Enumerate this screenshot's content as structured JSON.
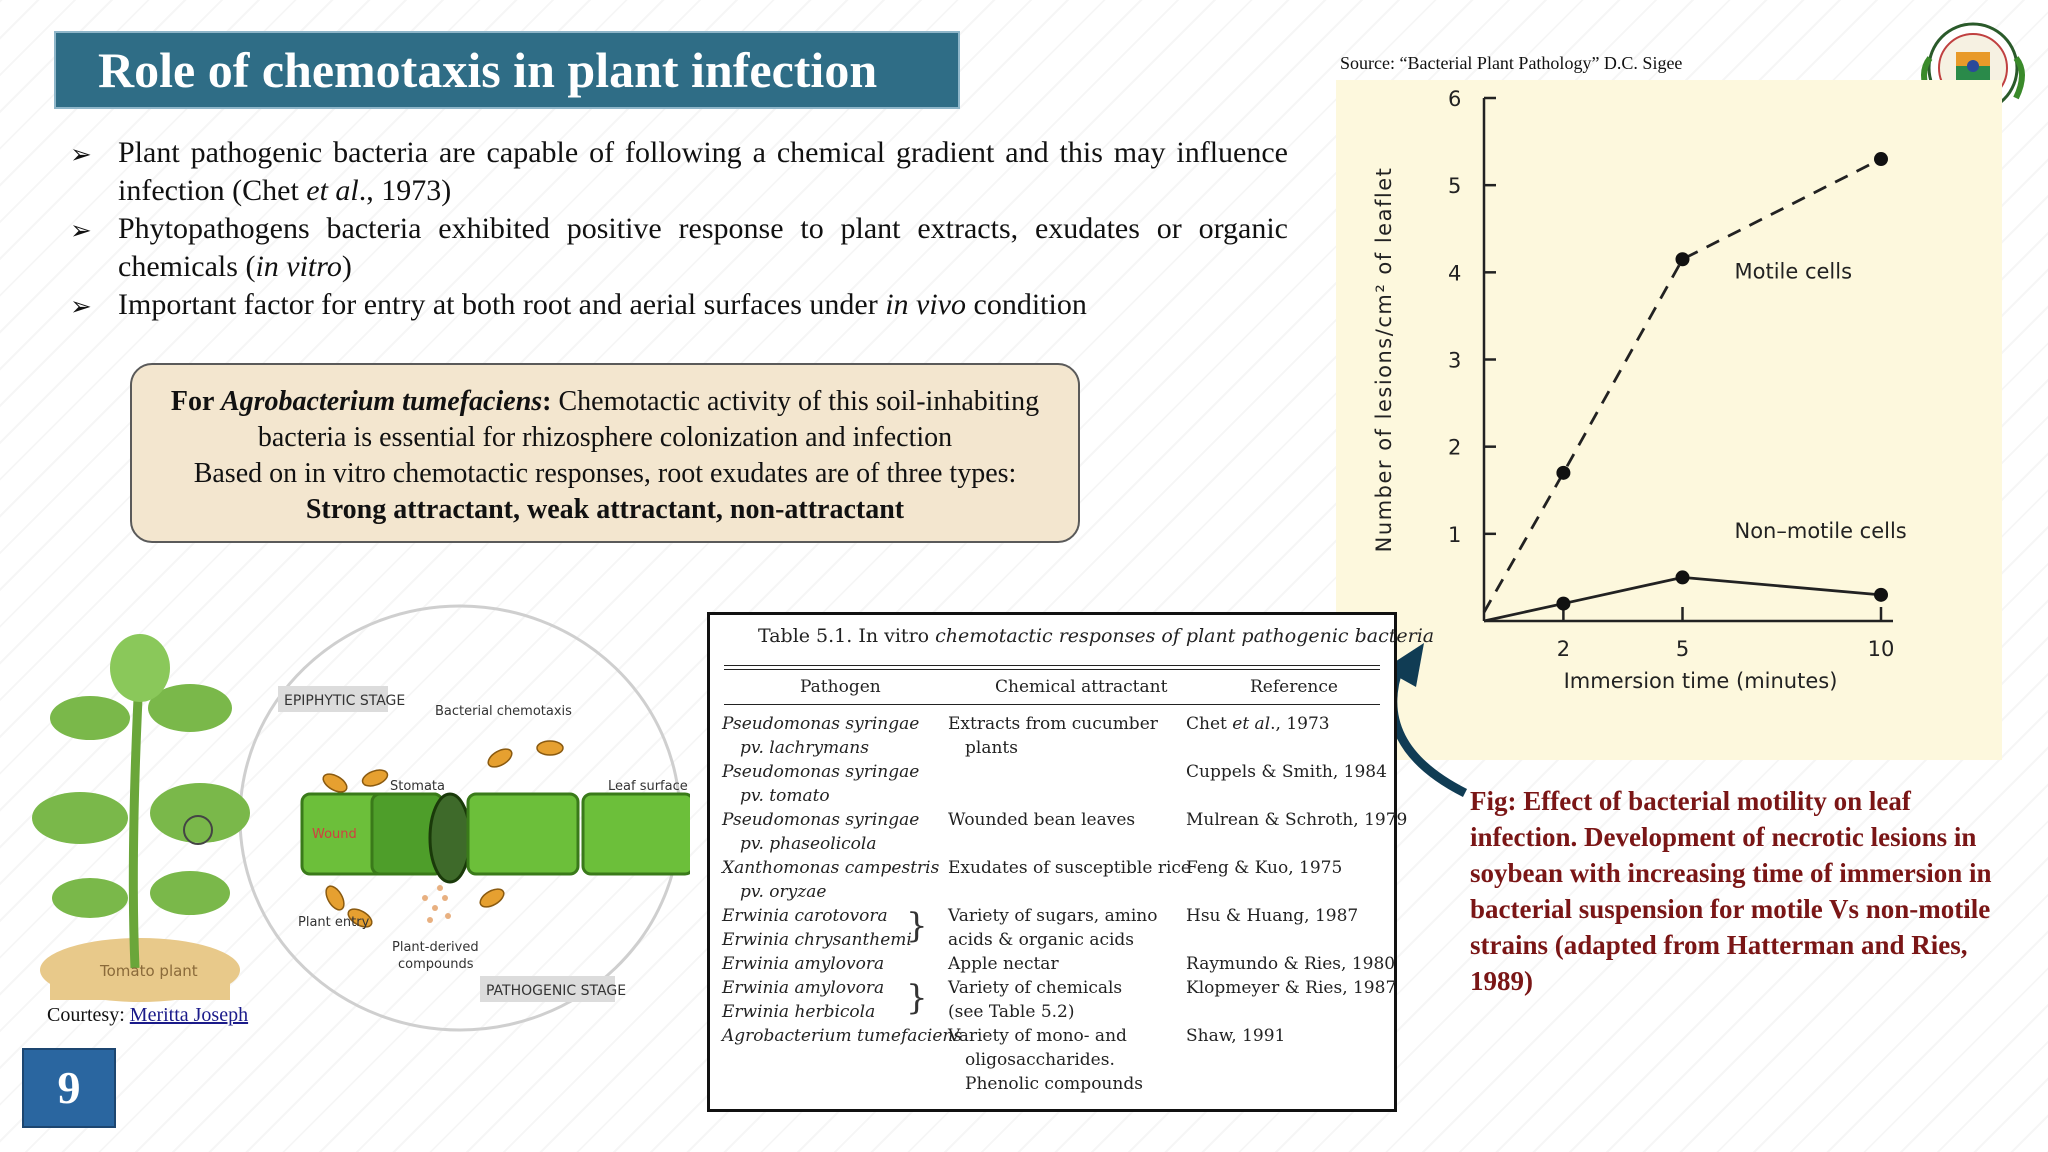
{
  "slide": {
    "title": "Role of chemotaxis in plant infection",
    "page_number": "9",
    "bullet_marker": "➢"
  },
  "bullets": [
    {
      "pre": "Plant pathogenic bacteria are capable of following a chemical gradient and this may influence infection (Chet ",
      "em": "et al",
      "post": "., 1973)"
    },
    {
      "pre": "Phytopathogens bacteria exhibited positive response to plant extracts, exudates or organic chemicals (",
      "em": "in vitro",
      "post": ")"
    },
    {
      "pre": "Important factor for entry at both root and aerial surfaces under ",
      "em": "in vivo",
      "post": " condition"
    }
  ],
  "info_box": {
    "lead_bold": "For ",
    "lead_bold_italic": "Agrobacterium tumefaciens",
    "lead_colon": ":",
    "lead_rest": " Chemotactic activity of this soil-inhabiting bacteria is essential for rhizosphere colonization and infection",
    "line2": "Based on in vitro chemotactic responses, root exudates are of three types:",
    "line3": "Strong attractant, weak attractant, non-attractant"
  },
  "source": "Source: “Bacterial Plant Pathology” D.C. Sigee",
  "fig_caption": "Fig: Effect of bacterial motility on leaf infection. Development of necrotic lesions in soybean with increasing time of immersion in bacterial suspension for motile Vs non-motile strains (adapted from Hatterman and Ries, 1989)",
  "chart_data": {
    "type": "line",
    "title": "",
    "xlabel": "Immersion time (minutes)",
    "ylabel": "Number of lesions/cm² of leaflet",
    "xlim": [
      0,
      10
    ],
    "ylim": [
      0,
      6
    ],
    "x_ticks": [
      2,
      5,
      10
    ],
    "y_ticks": [
      1,
      2,
      3,
      4,
      5,
      6
    ],
    "grid": false,
    "series": [
      {
        "name": "Motile cells",
        "style": "dashed",
        "x": [
          0,
          2,
          5,
          10
        ],
        "y": [
          0.1,
          1.7,
          4.15,
          5.3
        ]
      },
      {
        "name": "Non–motile cells",
        "style": "solid",
        "x": [
          0,
          2,
          5,
          10
        ],
        "y": [
          0.0,
          0.2,
          0.5,
          0.3
        ]
      }
    ]
  },
  "table": {
    "caption_plain": "Table 5.1.  In vitro ",
    "caption_italic": "chemotactic responses of plant pathogenic bacteria",
    "headers": [
      "Pathogen",
      "Chemical attractant",
      "Reference"
    ],
    "pathogen_lines": [
      {
        "text": "Pseudomonas syringae",
        "indent": false
      },
      {
        "text": "pv. lachrymans",
        "indent": true
      },
      {
        "text": "Pseudomonas syringae",
        "indent": false
      },
      {
        "text": "pv. tomato",
        "indent": true
      },
      {
        "text": "Pseudomonas syringae",
        "indent": false
      },
      {
        "text": "pv. phaseolicola",
        "indent": true
      },
      {
        "text": "Xanthomonas campestris",
        "indent": false
      },
      {
        "text": "pv. oryzae",
        "indent": true
      },
      {
        "text": "Erwinia carotovora",
        "indent": false
      },
      {
        "text": "Erwinia chrysanthemi",
        "indent": false
      },
      {
        "text": "Erwinia amylovora",
        "indent": false
      },
      {
        "text": "Erwinia amylovora",
        "indent": false
      },
      {
        "text": "Erwinia herbicola",
        "indent": false
      },
      {
        "text": "Agrobacterium tumefaciens",
        "indent": false
      }
    ],
    "attractant_lines": [
      {
        "row": 0,
        "text": "Extracts from cucumber"
      },
      {
        "row": 1,
        "text": "plants",
        "indent": true
      },
      {
        "row": 4,
        "text": "Wounded bean leaves"
      },
      {
        "row": 6,
        "text": "Exudates of susceptible rice"
      },
      {
        "row": 8,
        "text": "Variety of sugars, amino"
      },
      {
        "row": 9,
        "text": "acids & organic acids"
      },
      {
        "row": 10,
        "text": "Apple nectar"
      },
      {
        "row": 11,
        "text": "Variety of chemicals"
      },
      {
        "row": 12,
        "text": "(see Table 5.2)"
      },
      {
        "row": 13,
        "text": "Variety of mono- and"
      },
      {
        "row": 14,
        "text": "oligosaccharides.",
        "indent": true
      },
      {
        "row": 15,
        "text": "Phenolic compounds",
        "indent": true
      }
    ],
    "reference_lines": [
      {
        "row": 0,
        "text": "Chet ",
        "em": "et al",
        "post": "., 1973"
      },
      {
        "row": 2,
        "text": "Cuppels & Smith, 1984"
      },
      {
        "row": 4,
        "text": "Mulrean & Schroth, 1979"
      },
      {
        "row": 6,
        "text": "Feng & Kuo, 1975"
      },
      {
        "row": 8,
        "text": "Hsu & Huang, 1987"
      },
      {
        "row": 10,
        "text": "Raymundo & Ries, 1980"
      },
      {
        "row": 11,
        "text": "Klopmeyer & Ries, 1987"
      },
      {
        "row": 13,
        "text": "Shaw, 1991"
      }
    ]
  },
  "diagram": {
    "epiphytic_label": "EPIPHYTIC STAGE",
    "pathogenic_label": "PATHOGENIC STAGE",
    "bacterial_chemotaxis": "Bacterial chemotaxis",
    "stomata": "Stomata",
    "leaf_surface": "Leaf surface",
    "wound": "Wound",
    "plant_entry": "Plant entry",
    "plant_derived_1": "Plant-derived",
    "plant_derived_2": "compounds",
    "tomato_plant": "Tomato plant"
  },
  "courtesy": {
    "label": "Courtesy: ",
    "link": "Meritta Joseph"
  },
  "colors": {
    "title_bg": "#2f6d86",
    "caption": "#7a1616",
    "box_bg": "#f3e6cf",
    "chart_bg": "#fdf8dd",
    "page_num_bg": "#2a66a0"
  }
}
